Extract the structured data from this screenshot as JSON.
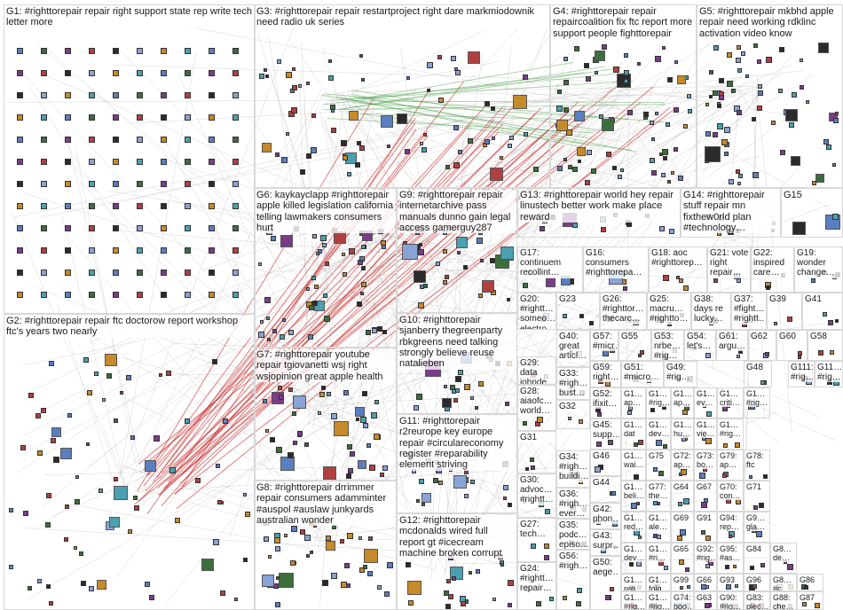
{
  "groups": [
    {
      "id": "G1",
      "text": "G1: #righttorepair repair right support state rep write tech letter more"
    },
    {
      "id": "G2",
      "text": "G2: #righttorepair repair ftc doctorow report workshop ftc's years two nearly"
    },
    {
      "id": "G3",
      "text": "G3: #righttorepair repair restartproject right dare markmiodownik need radio uk series"
    },
    {
      "id": "G4",
      "text": "G4: #righttorepair repair repaircoalition fix ftc report more support people fighttorepair"
    },
    {
      "id": "G5",
      "text": "G5: #righttorepair mkbhd apple repair need working rdklinc activation video know"
    },
    {
      "id": "G6",
      "text": "G6: kaykayclapp #righttorepair apple killed legislation california telling lawmakers consumers hurt"
    },
    {
      "id": "G9",
      "text": "G9: #righttorepair repair internetarchive pass manuals dunno gain legal access gamerguy287"
    },
    {
      "id": "G13",
      "text": "G13: #righttorepair world hey repair linustech better work make place reward"
    },
    {
      "id": "G14",
      "text": "G14: #righttorepair stuff repair mn fixthew0rld plan #technology…"
    },
    {
      "id": "G15",
      "text": "G15"
    },
    {
      "id": "G17",
      "text": "G17: continuem recollint…"
    },
    {
      "id": "G16",
      "text": "G16: consumers #righttorepa…"
    },
    {
      "id": "G18",
      "text": "G18: aoc #righttorep…"
    },
    {
      "id": "G21",
      "text": "G21: vote right repair…"
    },
    {
      "id": "G22",
      "text": "G22: inspired care…"
    },
    {
      "id": "G19",
      "text": "G19: wonder change…"
    },
    {
      "id": "G20",
      "text": "G20: #rightt… someo… electro…"
    },
    {
      "id": "G23",
      "text": "G23"
    },
    {
      "id": "G26",
      "text": "G26: #righttor… thecarc…"
    },
    {
      "id": "G25",
      "text": "G25: macru… #rightto…"
    },
    {
      "id": "G38",
      "text": "G38: days re lucky…"
    },
    {
      "id": "G37",
      "text": "G37: #fight… #rightt…"
    },
    {
      "id": "G39",
      "text": "G39"
    },
    {
      "id": "G41",
      "text": "G41"
    },
    {
      "id": "G10",
      "text": "G10: #righttorepair sjanberry thegreenparty rbkgreens need talking strongly believe reuse natalieben"
    },
    {
      "id": "G7",
      "text": "G7: #righttorepair youtube repair tgiovanetti wsj right wsjopinion great apple health"
    },
    {
      "id": "G29",
      "text": "G29: data johnde…"
    },
    {
      "id": "G40",
      "text": "G40: great articl…"
    },
    {
      "id": "G57",
      "text": "G57: #micr…"
    },
    {
      "id": "G55",
      "text": "G55"
    },
    {
      "id": "G53",
      "text": "G53: nrbe… #rig…"
    },
    {
      "id": "G54",
      "text": "G54: let's…"
    },
    {
      "id": "G61",
      "text": "G61: argu…"
    },
    {
      "id": "G62",
      "text": "G62"
    },
    {
      "id": "G60",
      "text": "G60"
    },
    {
      "id": "G58",
      "text": "G58"
    },
    {
      "id": "G33",
      "text": "G33: #righ… bust…"
    },
    {
      "id": "G59",
      "text": "G59: right…"
    },
    {
      "id": "G51",
      "text": "G51: #micro…"
    },
    {
      "id": "G49",
      "text": "G49: #rig…"
    },
    {
      "id": "G48",
      "text": "G48"
    },
    {
      "id": "G111",
      "text": "G111: #rig…"
    },
    {
      "id": "G11x",
      "text": "G11… #rig…"
    },
    {
      "id": "G28",
      "text": "G28: aiaofc… world…"
    },
    {
      "id": "G52",
      "text": "G52: ifixit…"
    },
    {
      "id": "G32",
      "text": "G32"
    },
    {
      "id": "G45",
      "text": "G45: supp…"
    },
    {
      "id": "G11",
      "text": "G11: #righttorepair r2reurope key europe repair #circulareconomy register #reparability element striving"
    },
    {
      "id": "G31",
      "text": "G31"
    },
    {
      "id": "G34",
      "text": "G34: #righ… buildi…"
    },
    {
      "id": "G46",
      "text": "G46"
    },
    {
      "id": "G30",
      "text": "G30: advoc… #rightt…"
    },
    {
      "id": "G44",
      "text": "G44"
    },
    {
      "id": "G36",
      "text": "G36: #righ… ever…"
    },
    {
      "id": "G27",
      "text": "G27: tech…"
    },
    {
      "id": "G42",
      "text": "G42: phon…"
    },
    {
      "id": "G35",
      "text": "G35: podc… episo…"
    },
    {
      "id": "G43",
      "text": "G43: surpr…"
    },
    {
      "id": "G8",
      "text": "G8: #righttorepair drrimmer repair consumers adamminter #auspol #auslaw junkyards australian wonder"
    },
    {
      "id": "G12",
      "text": "G12: #righttorepair mcdonalds wired full report gt #icecream machine broken corrupt"
    },
    {
      "id": "G24",
      "text": "G24: #rightt… repair…"
    },
    {
      "id": "G56",
      "text": "G56: #righ…"
    },
    {
      "id": "G50",
      "text": "G50: aege…"
    },
    {
      "id": "Gs1",
      "text": "G1… ap…"
    },
    {
      "id": "Gs2",
      "text": "G1… #rig…"
    },
    {
      "id": "Gs3",
      "text": "G1… ap…"
    },
    {
      "id": "Gs4",
      "text": "G1… ev…"
    },
    {
      "id": "Gs5",
      "text": "G1… criti…"
    },
    {
      "id": "Gs6",
      "text": "G1… #rig…"
    },
    {
      "id": "Gs7",
      "text": "G1… dat"
    },
    {
      "id": "Gs8",
      "text": "G1… dev…"
    },
    {
      "id": "Gs9",
      "text": "G1… hu…"
    },
    {
      "id": "Gs10",
      "text": "G1… vie…"
    },
    {
      "id": "Gs11",
      "text": "G1… #rig…"
    },
    {
      "id": "Gs12",
      "text": "G1… wai…"
    },
    {
      "id": "G75",
      "text": "G75"
    },
    {
      "id": "G72",
      "text": "G72: ap…"
    },
    {
      "id": "G73",
      "text": "G73: bo…"
    },
    {
      "id": "G79",
      "text": "G79: ap…"
    },
    {
      "id": "G78",
      "text": "G78: ftc"
    },
    {
      "id": "Gs13",
      "text": "G1… beli…"
    },
    {
      "id": "G77",
      "text": "G77: the…"
    },
    {
      "id": "G64",
      "text": "G64"
    },
    {
      "id": "G67",
      "text": "G67"
    },
    {
      "id": "G70",
      "text": "G70: con…"
    },
    {
      "id": "G71",
      "text": "G71"
    },
    {
      "id": "Gs14",
      "text": "G1… red…"
    },
    {
      "id": "Gs15",
      "text": "G1… ale…"
    },
    {
      "id": "G69",
      "text": "G69"
    },
    {
      "id": "G91",
      "text": "G91"
    },
    {
      "id": "G94",
      "text": "G94: rep…"
    },
    {
      "id": "G9x",
      "text": "G9… gla…"
    },
    {
      "id": "Gs16",
      "text": "G1… dev…"
    },
    {
      "id": "Gs17",
      "text": "G1… #ri…"
    },
    {
      "id": "G65",
      "text": "G65"
    },
    {
      "id": "G92",
      "text": "G92: #rig…"
    },
    {
      "id": "G95",
      "text": "G95: #as…"
    },
    {
      "id": "G84",
      "text": "G84"
    },
    {
      "id": "G8x",
      "text": "G8… de…"
    },
    {
      "id": "Gs18",
      "text": "G1… rep…"
    },
    {
      "id": "Gs19",
      "text": "G1… folg…"
    },
    {
      "id": "G99",
      "text": "G99"
    },
    {
      "id": "G66",
      "text": "G66"
    },
    {
      "id": "G93",
      "text": "G93"
    },
    {
      "id": "G96",
      "text": "G96"
    },
    {
      "id": "G8y",
      "text": "G8… #c…"
    },
    {
      "id": "G86",
      "text": "G86"
    },
    {
      "id": "Gs20",
      "text": "G1… #rig…"
    },
    {
      "id": "Gs21",
      "text": "G1… #rig…"
    },
    {
      "id": "G74",
      "text": "G74: boo…"
    },
    {
      "id": "G63",
      "text": "G63"
    },
    {
      "id": "G90",
      "text": "G90: #rig…"
    },
    {
      "id": "G83",
      "text": "G83: piec…"
    },
    {
      "id": "G88",
      "text": "G88: che…"
    },
    {
      "id": "G87",
      "text": "G87"
    }
  ],
  "colors": {
    "edge": "#a9a9a9",
    "edge_red": "#cc2a2a",
    "edge_green": "#3a9a3a",
    "node": "#5a7fc0",
    "panel_border": "#d5d5d5"
  }
}
